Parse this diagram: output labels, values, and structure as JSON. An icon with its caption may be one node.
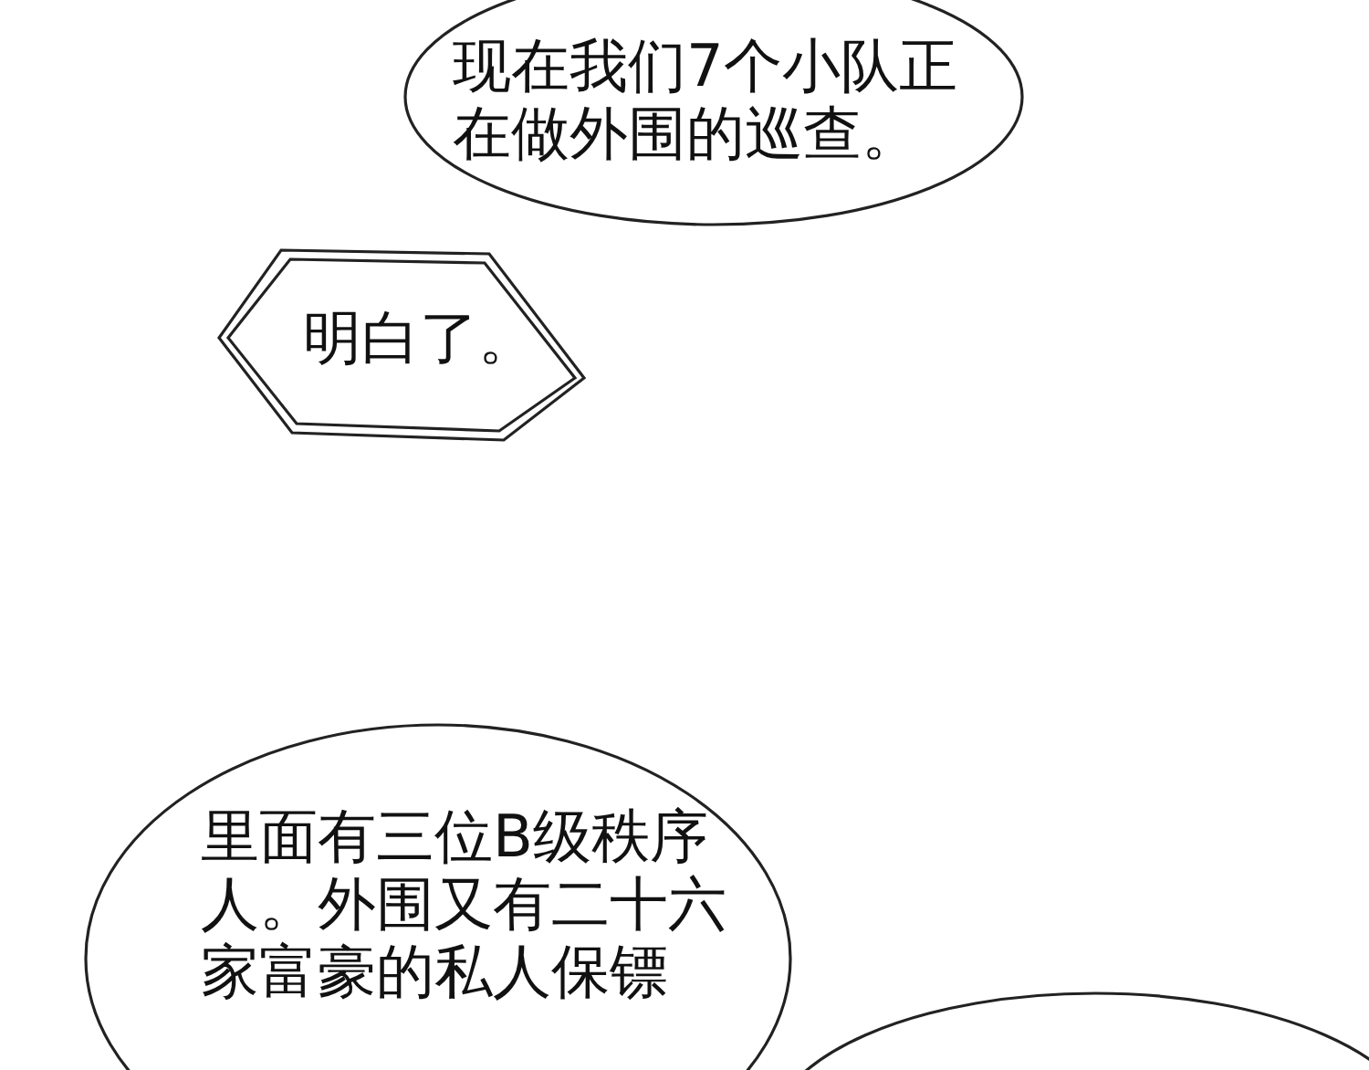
{
  "diagram": {
    "nodes": [
      {
        "text": [
          "现在我们7个小队正在做外围的巡查。"
        ]
      },
      {
        "text": [
          "明白了。"
        ]
      },
      {
        "text": [
          "里面有三位B级秩序人。外围又有二十六家富豪的私人保镖"
        ]
      },
      {
        "text": [],
        "shape": "ellipse"
      }
    ]
  }
}
